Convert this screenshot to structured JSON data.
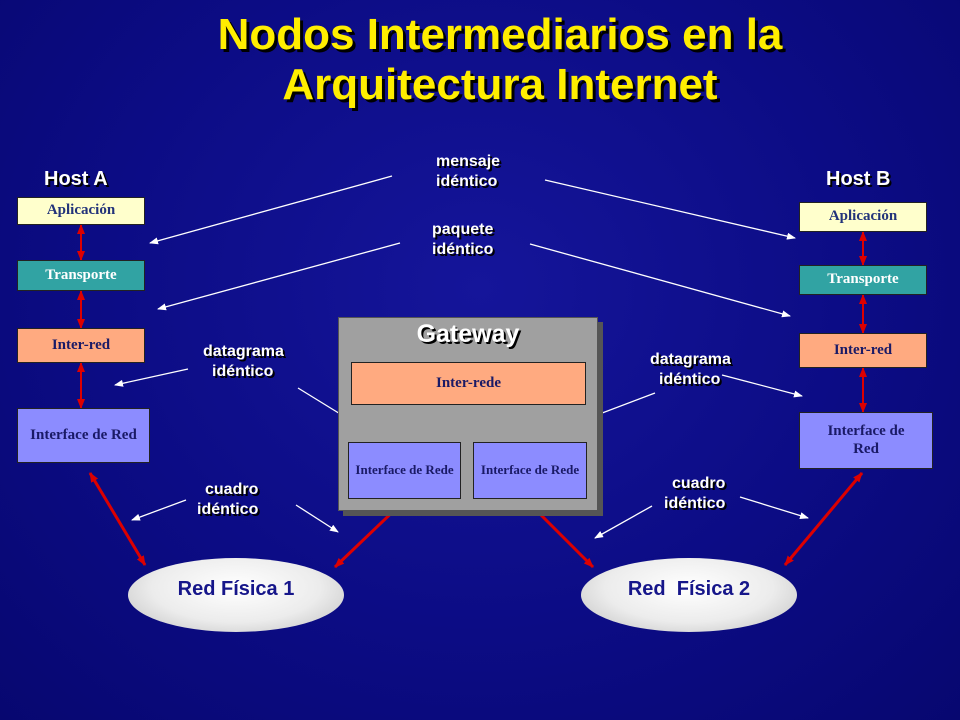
{
  "title": {
    "line1": "Nodos Intermediarios en la",
    "line2": "Arquitectura Internet"
  },
  "host_a": {
    "label": "Host A",
    "layers": [
      "Aplicación",
      "Transporte",
      "Inter-red",
      "Interface de Red"
    ]
  },
  "host_b": {
    "label": "Host B",
    "layers": [
      "Aplicación",
      "Transporte",
      "Inter-red",
      "Interface de Red"
    ]
  },
  "gateway": {
    "label": "Gateway",
    "inter_rede": "Inter-rede",
    "interfaces": [
      "Interface de Rede",
      "Interface de Rede"
    ]
  },
  "annotations": {
    "mensaje": [
      "mensaje",
      "idéntico"
    ],
    "paquete": [
      "paquete",
      "idéntico"
    ],
    "datagrama_left": [
      "datagrama",
      "idéntico"
    ],
    "datagrama_right": [
      "datagrama",
      "idéntico"
    ],
    "cuadro_left": [
      "cuadro",
      "idéntico"
    ],
    "cuadro_right": [
      "cuadro",
      "idéntico"
    ]
  },
  "networks": [
    "Red Física 1",
    "Red  Física 2"
  ],
  "colors": {
    "title": "#ffee00",
    "background": "#0c0c85",
    "arrow_red": "#dd0000",
    "arrow_white": "#ffffff",
    "application": "#ffffcc",
    "transport": "#31a3a3",
    "internet": "#ffaa80",
    "interface": "#8c8cff",
    "gateway_panel": "#a0a0a0"
  }
}
